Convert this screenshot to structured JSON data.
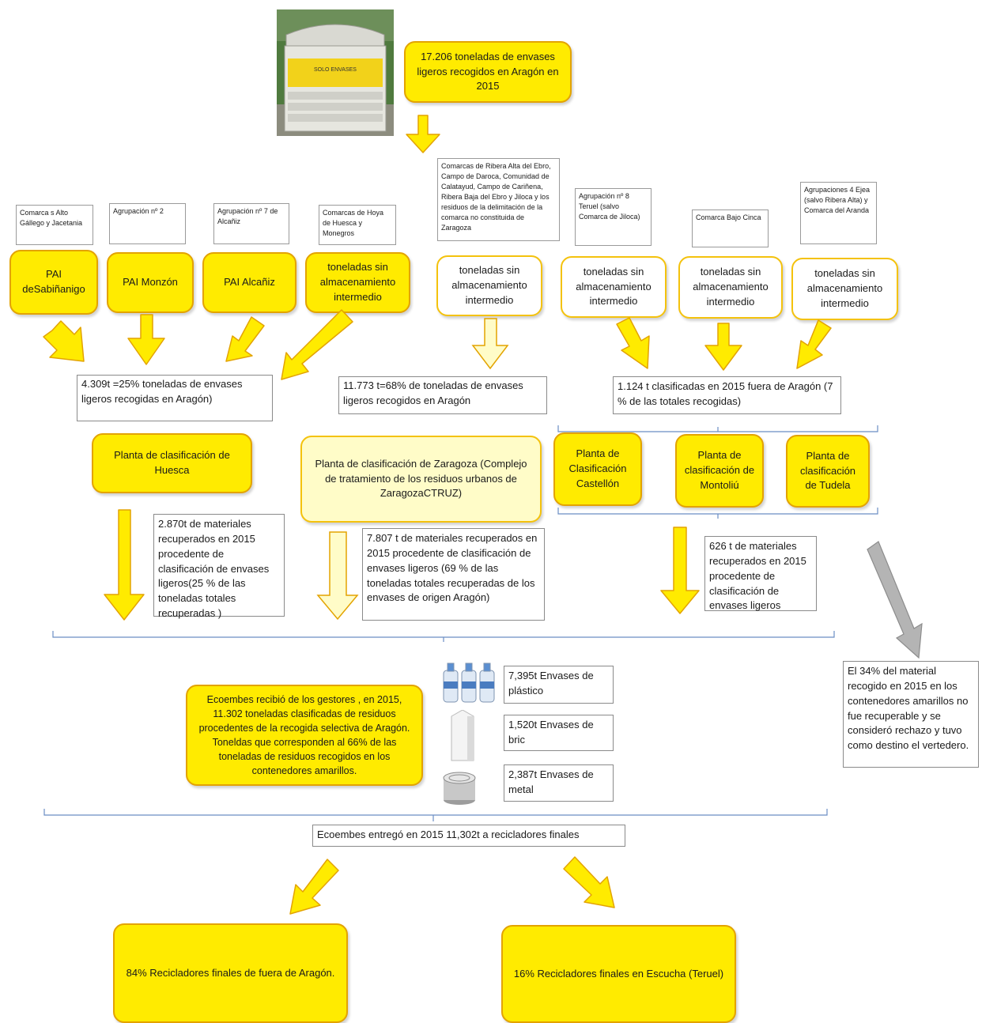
{
  "top": {
    "total": "17.206  toneladas de envases ligeros recogidos en Aragón en 2015",
    "container_sign": "SOLO ENVASES"
  },
  "sources": [
    {
      "label": "Comarca s Alto Gállego y Jacetania",
      "node": "PAI deSabiñanigo"
    },
    {
      "label": "Agrupación nº 2",
      "node": "PAI Monzón"
    },
    {
      "label": "Agrupación nº 7 de Alcañiz",
      "node": "PAI Alcañiz"
    },
    {
      "label": "Comarcas de Hoya de Huesca y Monegros",
      "node": "toneladas sin almacenamiento intermedio"
    },
    {
      "label": "Comarcas de Ribera Alta del Ebro, Campo de Daroca, Comunidad de Calatayud, Campo de Cariñena, Ribera Baja del Ebro y Jiloca y los residuos de la delimitación de la comarca no constituida de Zaragoza",
      "node": "toneladas sin almacenamiento intermedio"
    },
    {
      "label": "Agrupación nº 8 Teruel (salvo Comarca de Jiloca)",
      "node": "toneladas sin almacenamiento intermedio"
    },
    {
      "label": "Comarca Bajo Cinca",
      "node": "toneladas sin almacenamiento intermedio"
    },
    {
      "label": "Agrupaciones 4 Ejea (salvo Ribera Alta) y Comarca del Aranda",
      "node": "toneladas sin almacenamiento intermedio"
    }
  ],
  "totals": {
    "huesca": "4.309t =25% toneladas de envases ligeros  recogidas  en Aragón)",
    "zaragoza": "11.773 t=68% de toneladas de envases ligeros recogidos en Aragón",
    "outside": "1.124 t clasificadas en 2015 fuera de Aragón  (7 % de las totales recogidas)"
  },
  "plants": {
    "huesca": "Planta de clasificación de Huesca",
    "zaragoza": "Planta de clasificación de Zaragoza (Complejo de tratamiento de los residuos urbanos de ZaragozaCTRUZ)",
    "castellon": "Planta de Clasificación Castellón",
    "montoliu": "Planta de clasificación de Montoliú",
    "tudela": "Planta de clasificación de Tudela"
  },
  "recovered": {
    "huesca": "2.870t de materiales recuperados en 2015 procedente de clasificación de envases ligeros(25 % de las toneladas totales recuperadas )",
    "zaragoza": "7.807 t de materiales recuperados en 2015 procedente de clasificación de envases ligeros (69 % de las toneladas totales recuperadas de los envases de origen Aragón)",
    "outside": "626 t de materiales recuperados en 2015 procedente de clasificación de envases ligeros"
  },
  "rejected": "El 34% del material recogido en 2015 en los contenedores amarillos no fue recuperable y se consideró rechazo y tuvo como destino el vertedero.",
  "ecoembes": {
    "received": "Ecoembes recibió de los gestores , en 2015, 11.302 toneladas clasificadas de residuos procedentes de la recogida selectiva de Aragón. Toneldas que corresponden al 66% de las toneladas de residuos recogidos en los contenedores amarillos.",
    "materials": [
      {
        "label": "7,395t Envases de plástico",
        "icon": "plastic-bottles-icon"
      },
      {
        "label": "1,520t Envases de bric",
        "icon": "bric-carton-icon"
      },
      {
        "label": "2,387t Envases de metal",
        "icon": "metal-can-icon"
      }
    ],
    "delivered": "Ecoembes  entregó en 2015  11,302t a recicladores finales"
  },
  "final": {
    "outside": "84% Recicladores finales de fuera de Aragón.",
    "escucha": "16% Recicladores finales en Escucha (Teruel)"
  },
  "colors": {
    "yellow": "#ffeb00",
    "border": "#e3a300",
    "pale": "#fffcc8",
    "gray_arrow": "#b4b4b4"
  }
}
